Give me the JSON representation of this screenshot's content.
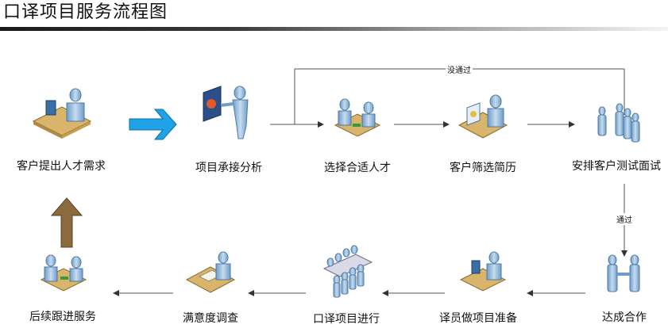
{
  "title": "口译项目服务流程图",
  "nodes": [
    {
      "id": "n1",
      "label": "客户提出人才需求"
    },
    {
      "id": "n2",
      "label": "项目承接分析"
    },
    {
      "id": "n3",
      "label": "选择合适人才"
    },
    {
      "id": "n4",
      "label": "客户筛选简历"
    },
    {
      "id": "n5",
      "label": "安排客户测试面试"
    },
    {
      "id": "n6",
      "label": "达成合作"
    },
    {
      "id": "n7",
      "label": "译员做项目准备"
    },
    {
      "id": "n8",
      "label": "口译项目进行"
    },
    {
      "id": "n9",
      "label": "满意度调查"
    },
    {
      "id": "n10",
      "label": "后续跟进服务"
    }
  ],
  "edge_labels": {
    "not_passed": "没通过",
    "passed": "通过"
  },
  "colors": {
    "blue_arrow": "#1fa3e6",
    "brown_arrow": "#8b6a3e",
    "figure": "#9cc0e0",
    "desk": "#d9b46b",
    "line": "#555555"
  }
}
